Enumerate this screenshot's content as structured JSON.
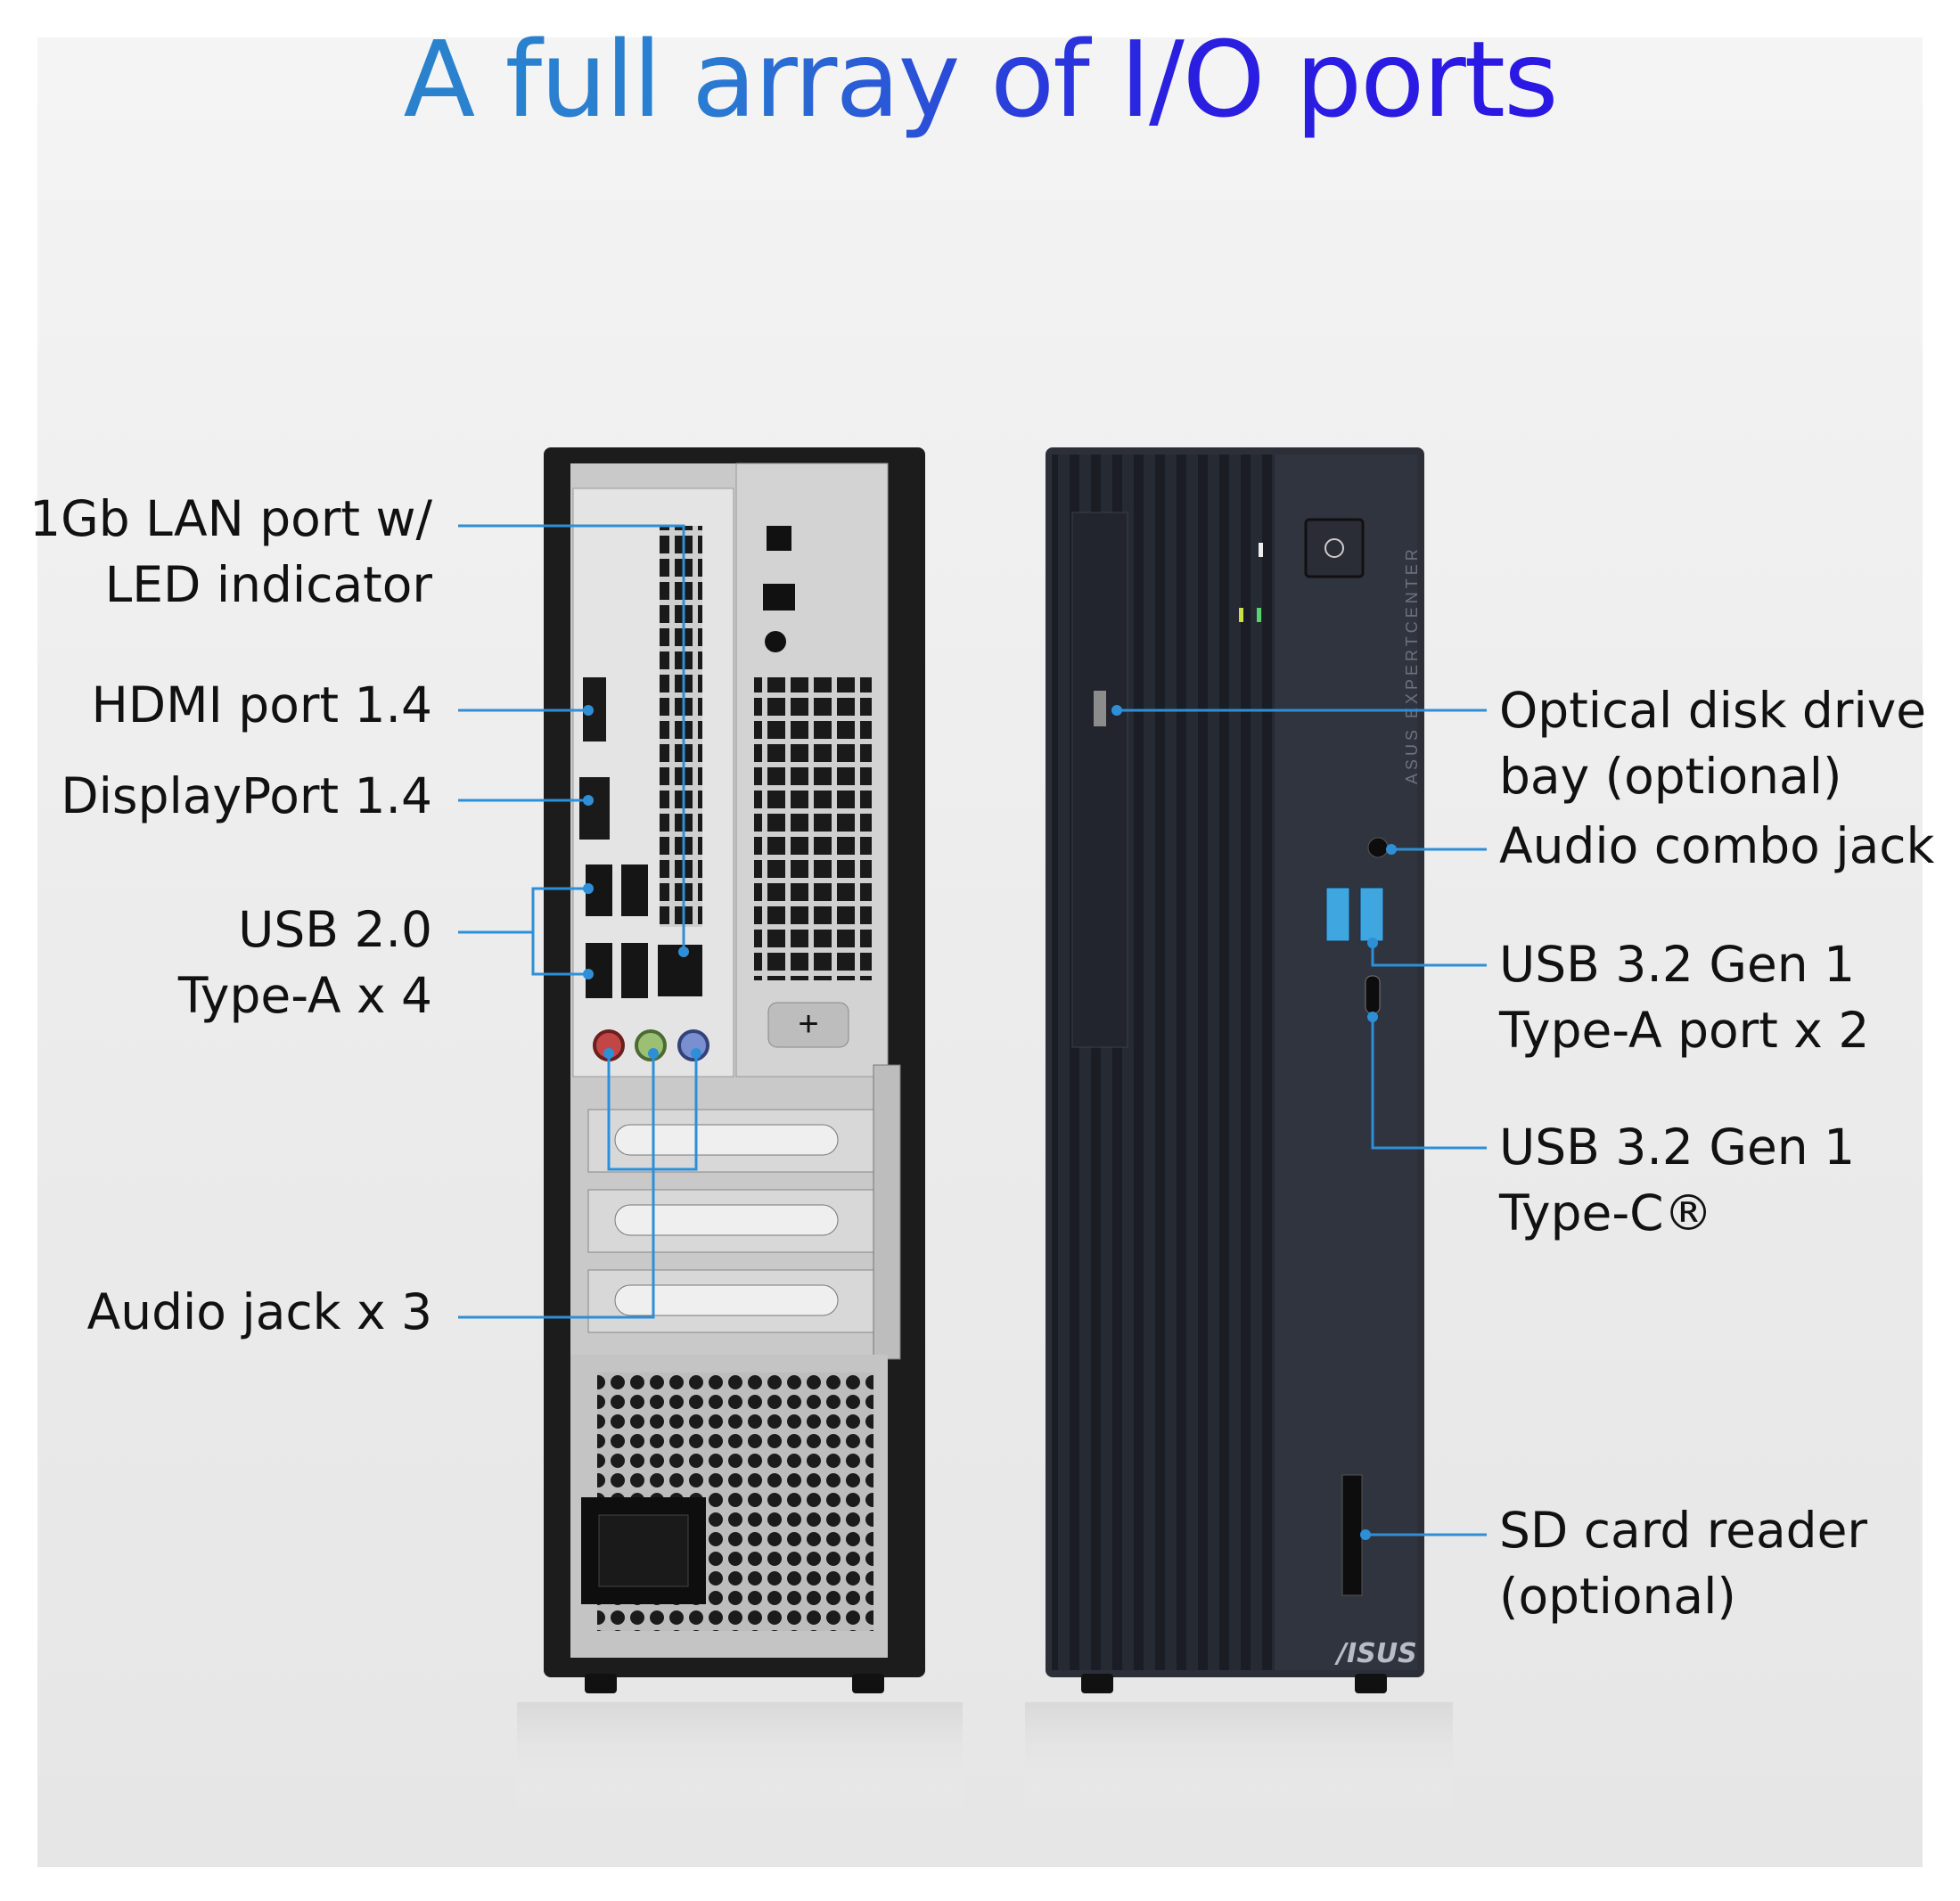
{
  "title": "A full array of I/O ports",
  "colors": {
    "callout_line": "#2f8fd6",
    "title_start": "#2a86c8",
    "title_end": "#2a10e8"
  },
  "left_labels": {
    "lan": [
      "1Gb LAN port w/",
      "LED indicator"
    ],
    "hdmi": [
      "HDMI port 1.4"
    ],
    "displayport": [
      "DisplayPort 1.4"
    ],
    "usb2": [
      "USB 2.0",
      "Type-A x 4"
    ],
    "audio": [
      "Audio jack x 3"
    ]
  },
  "right_labels": {
    "optical": [
      "Optical disk drive",
      "bay (optional)"
    ],
    "combo": [
      "Audio combo jack"
    ],
    "usb32a": [
      "USB 3.2 Gen 1",
      "Type-A port x 2"
    ],
    "usb32c": [
      "USB 3.2 Gen 1",
      "Type-C®"
    ],
    "sd": [
      "SD card reader",
      "(optional)"
    ]
  },
  "brand": {
    "logo_text": "/ISUS",
    "side_text": "ASUS EXPERTCENTER"
  }
}
